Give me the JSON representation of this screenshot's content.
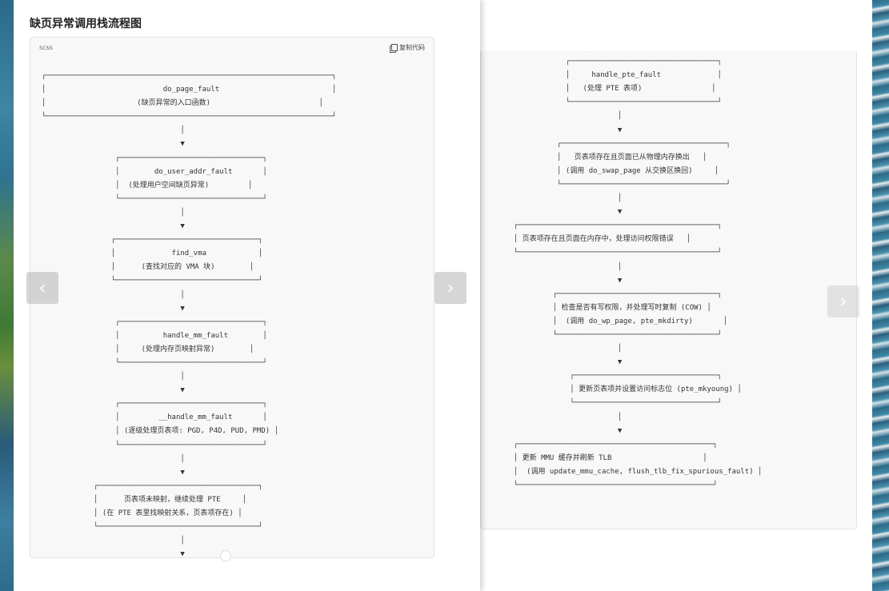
{
  "left_panel": {
    "title": "缺页异常调用栈流程图",
    "code_lang": "scss",
    "copy_label": "复制代码",
    "flow_text": "┌──────────────────────────────────────────────────────────────────┐\n│                           do_page_fault                          │\n│                     (缺页异常的入口函数)                         │\n└──────────────────────────────────────────────────────────────────┘\n                                │\n                                ▼\n                 ┌─────────────────────────────────┐\n                 │        do_user_addr_fault       │\n                 │  (处理用户空间缺页异常)         │\n                 └─────────────────────────────────┘\n                                │\n                                ▼\n                ┌─────────────────────────────────┐\n                │             find_vma            │\n                │      (查找对应的 VMA 块)        │\n                └─────────────────────────────────┘\n                                │\n                                ▼\n                 ┌─────────────────────────────────┐\n                 │          handle_mm_fault        │\n                 │     (处理内存页映射异常)        │\n                 └─────────────────────────────────┘\n                                │\n                                ▼\n                 ┌─────────────────────────────────┐\n                 │         __handle_mm_fault       │\n                 │ (逐级处理页表项: PGD, P4D, PUD, PMD) │\n                 └─────────────────────────────────┘\n                                │\n                                ▼\n            ┌─────────────────────────────────────┐\n            │      页表项未映射，继续处理 PTE     │\n            │ (在 PTE 表里找映射关系，页表项存在) │\n            └─────────────────────────────────────┘\n                                │\n                                ▼"
  },
  "right_panel": {
    "flow_text": "                   │\n              ┌──────────────────────────────────┐\n              │     handle_pte_fault             │\n              │   (处理 PTE 表项)                │\n              └──────────────────────────────────┘\n                          │\n                          ▼\n            ┌──────────────────────────────────────┐\n            │   页表项存在且页面已从物理内存换出   │\n            │ (调用 do_swap_page 从交换区换回)     │\n            └──────────────────────────────────────┘\n                          │\n                          ▼\n  ┌──────────────────────────────────────────────┐\n  │ 页表项存在且页面在内存中，处理访问权限错误   │\n  └──────────────────────────────────────────────┘\n                          │\n                          ▼\n           ┌─────────────────────────────────────┐\n           │ 检查是否有写权限，并处理写时复制 (COW) │\n           │  (调用 do_wp_page, pte_mkdirty)       │\n           └─────────────────────────────────────┘\n                          │\n                          ▼\n               ┌─────────────────────────────────┐\n               │ 更新页表项并设置访问标志位 (pte_mkyoung) │\n               └─────────────────────────────────┘\n                          │\n                          ▼\n  ┌─────────────────────────────────────────────┐\n  │ 更新 MMU 缓存并刷新 TLB                     │\n  │  (调用 update_mmu_cache, flush_tlb_fix_spurious_fault) │\n  └─────────────────────────────────────────────┘"
  },
  "navigation": {
    "prev_icon": "‹",
    "next_icon": "›"
  },
  "colors": {
    "code_bg": "#f8f8f8",
    "pager_bg": "#b4b4b4"
  }
}
